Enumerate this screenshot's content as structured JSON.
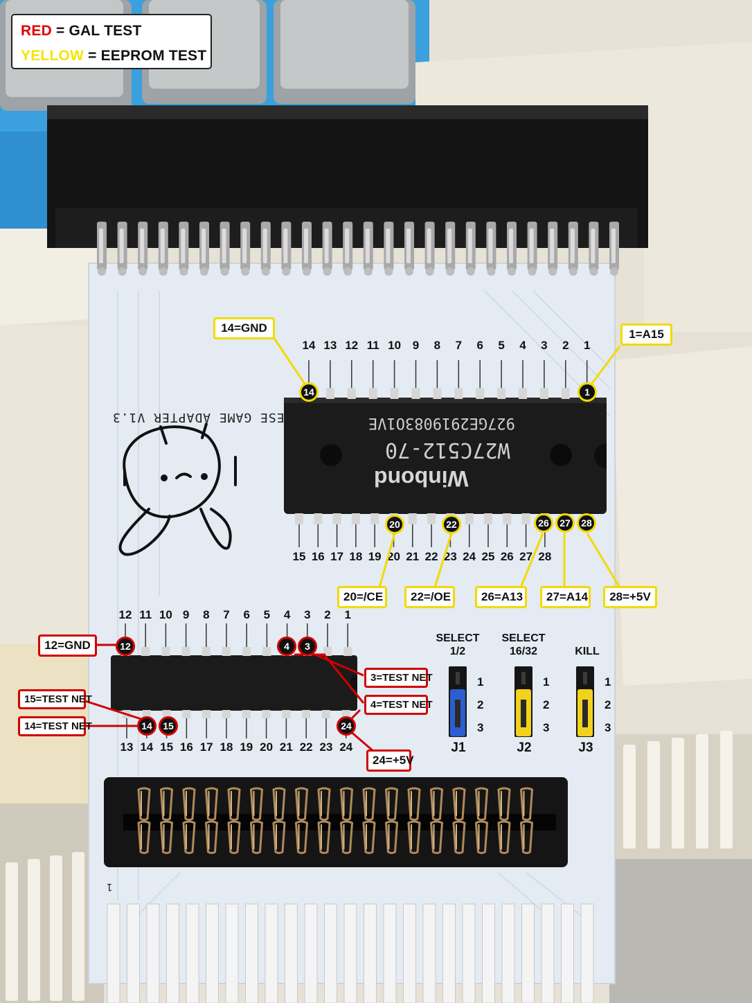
{
  "legend": {
    "red_word": "RED",
    "red_rest": " = GAL TEST",
    "yellow_word": "YELLOW",
    "yellow_rest": " = EEPROM TEST",
    "colors": {
      "red": "#e00000",
      "yellow": "#f6e400"
    }
  },
  "pcb": {
    "silkscreen": "ESE GAME ADAPTER V1.3",
    "corner_mark": "1"
  },
  "eeprom": {
    "brand": "Winbond",
    "part": "W27C512-70",
    "code": "927GE2919083O1VE",
    "top_pins": [
      "14",
      "13",
      "12",
      "11",
      "10",
      "9",
      "8",
      "7",
      "6",
      "5",
      "4",
      "3",
      "2",
      "1"
    ],
    "bottom_pins": [
      "15",
      "16",
      "17",
      "18",
      "19",
      "20",
      "21",
      "22",
      "23",
      "24",
      "25",
      "26",
      "27",
      "28"
    ],
    "badges": {
      "p14": "14",
      "p1": "1",
      "p20": "20",
      "p22": "22",
      "p26": "26",
      "p27": "27",
      "p28": "28"
    },
    "labels": {
      "gnd": "14=GND",
      "a15": "1=A15",
      "ce": "20=/CE",
      "oe": "22=/OE",
      "a13": "26=A13",
      "a14": "27=A14",
      "vcc": "28=+5V"
    }
  },
  "gal": {
    "top_pins": [
      "12",
      "11",
      "10",
      "9",
      "8",
      "7",
      "6",
      "5",
      "4",
      "3",
      "2",
      "1"
    ],
    "bottom_pins": [
      "13",
      "14",
      "15",
      "16",
      "17",
      "18",
      "19",
      "20",
      "21",
      "22",
      "23",
      "24"
    ],
    "badges": {
      "p12": "12",
      "p4": "4",
      "p3": "3",
      "p14": "14",
      "p15": "15",
      "p24": "24"
    },
    "labels": {
      "gnd": "12=GND",
      "p3": "3=TEST NET",
      "p4": "4=TEST NET",
      "p15": "15=TEST NET",
      "p14": "14=TEST NET",
      "vcc": "24=+5V"
    }
  },
  "jumpers": [
    {
      "title1": "SELECT",
      "title2": "1/2",
      "name": "J1",
      "pins": [
        "1",
        "2",
        "3"
      ],
      "cap_color": "#2b5fd0"
    },
    {
      "title1": "SELECT",
      "title2": "16/32",
      "name": "J2",
      "pins": [
        "1",
        "2",
        "3"
      ],
      "cap_color": "#f2d21c"
    },
    {
      "title1": "",
      "title2": "KILL",
      "name": "J3",
      "pins": [
        "1",
        "2",
        "3"
      ],
      "cap_color": "#f2d21c"
    }
  ]
}
